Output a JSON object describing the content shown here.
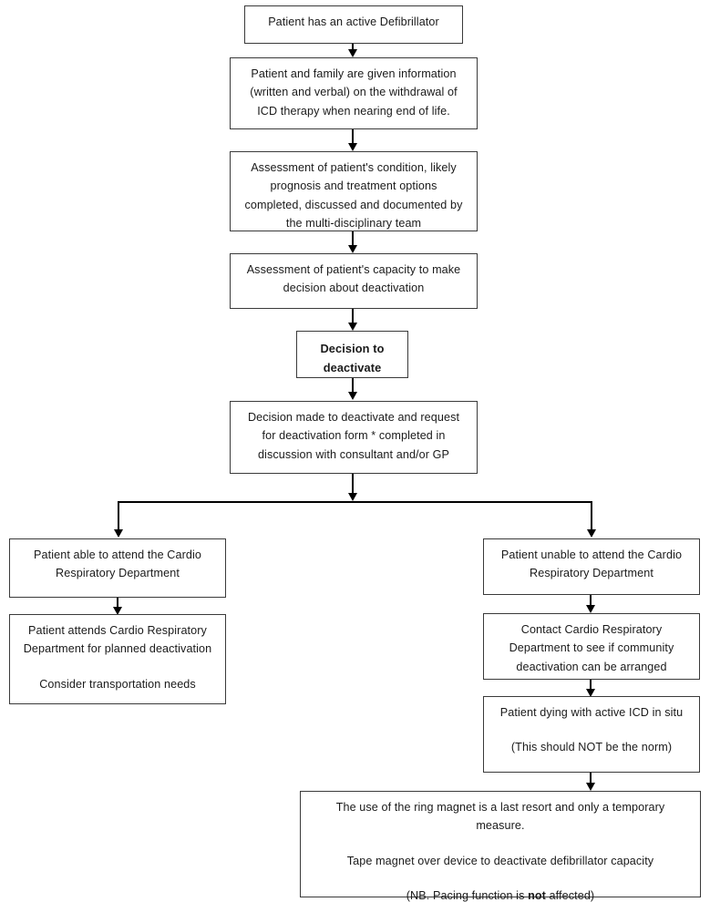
{
  "document": {
    "type": "flowchart",
    "title": "ICD deactivation pathway",
    "orientation": "top-down"
  },
  "nodes": {
    "n1": {
      "line1": "Patient has an active Defibrillator"
    },
    "n2": {
      "line1": "Patient and family are given information",
      "line2": "(written and verbal) on the withdrawal of",
      "line3": "ICD  therapy when nearing  end of life."
    },
    "n3": {
      "line1": "Assessment of patient's condition, likely",
      "line2": "prognosis and treatment options",
      "line3": "completed, discussed and documented by",
      "line4": "the multi-disciplinary team"
    },
    "n4": {
      "line1": "Assessment of patient's capacity to make",
      "line2": "decision about deactivation"
    },
    "n5": {
      "line1": "Decision to",
      "line2": "deactivate"
    },
    "n6": {
      "line1": "Decision made to deactivate and request",
      "line2": "for deactivation form * completed in",
      "line3": "discussion with consultant and/or GP"
    },
    "n7": {
      "line1": "Patient able to attend the Cardio",
      "line2": "Respiratory Department"
    },
    "n8": {
      "line1": "Patient attends Cardio Respiratory",
      "line2": "Department for planned deactivation",
      "line3": "Consider transportation needs"
    },
    "n9": {
      "line1": "Patient unable to attend the Cardio",
      "line2": "Respiratory Department"
    },
    "n10": {
      "line1": "Contact Cardio Respiratory",
      "line2": "Department to see if community",
      "line3": "deactivation can be arranged"
    },
    "n11": {
      "line1": "Patient dying with active ICD in situ",
      "line2": "(This should NOT be the norm)"
    },
    "n12": {
      "line1": "The  use of the ring magnet is a last resort and only a temporary",
      "line2": "measure.",
      "line3": "Tape magnet over device to deactivate defibrillator capacity",
      "line4_pre": "(NB. Pacing function is ",
      "line4_strong": "not",
      "line4_post": " affected)"
    }
  },
  "colors": {
    "box_border": "#3a3a3a",
    "connector": "#000000",
    "background": "#ffffff",
    "text": "#1a1a1a"
  }
}
